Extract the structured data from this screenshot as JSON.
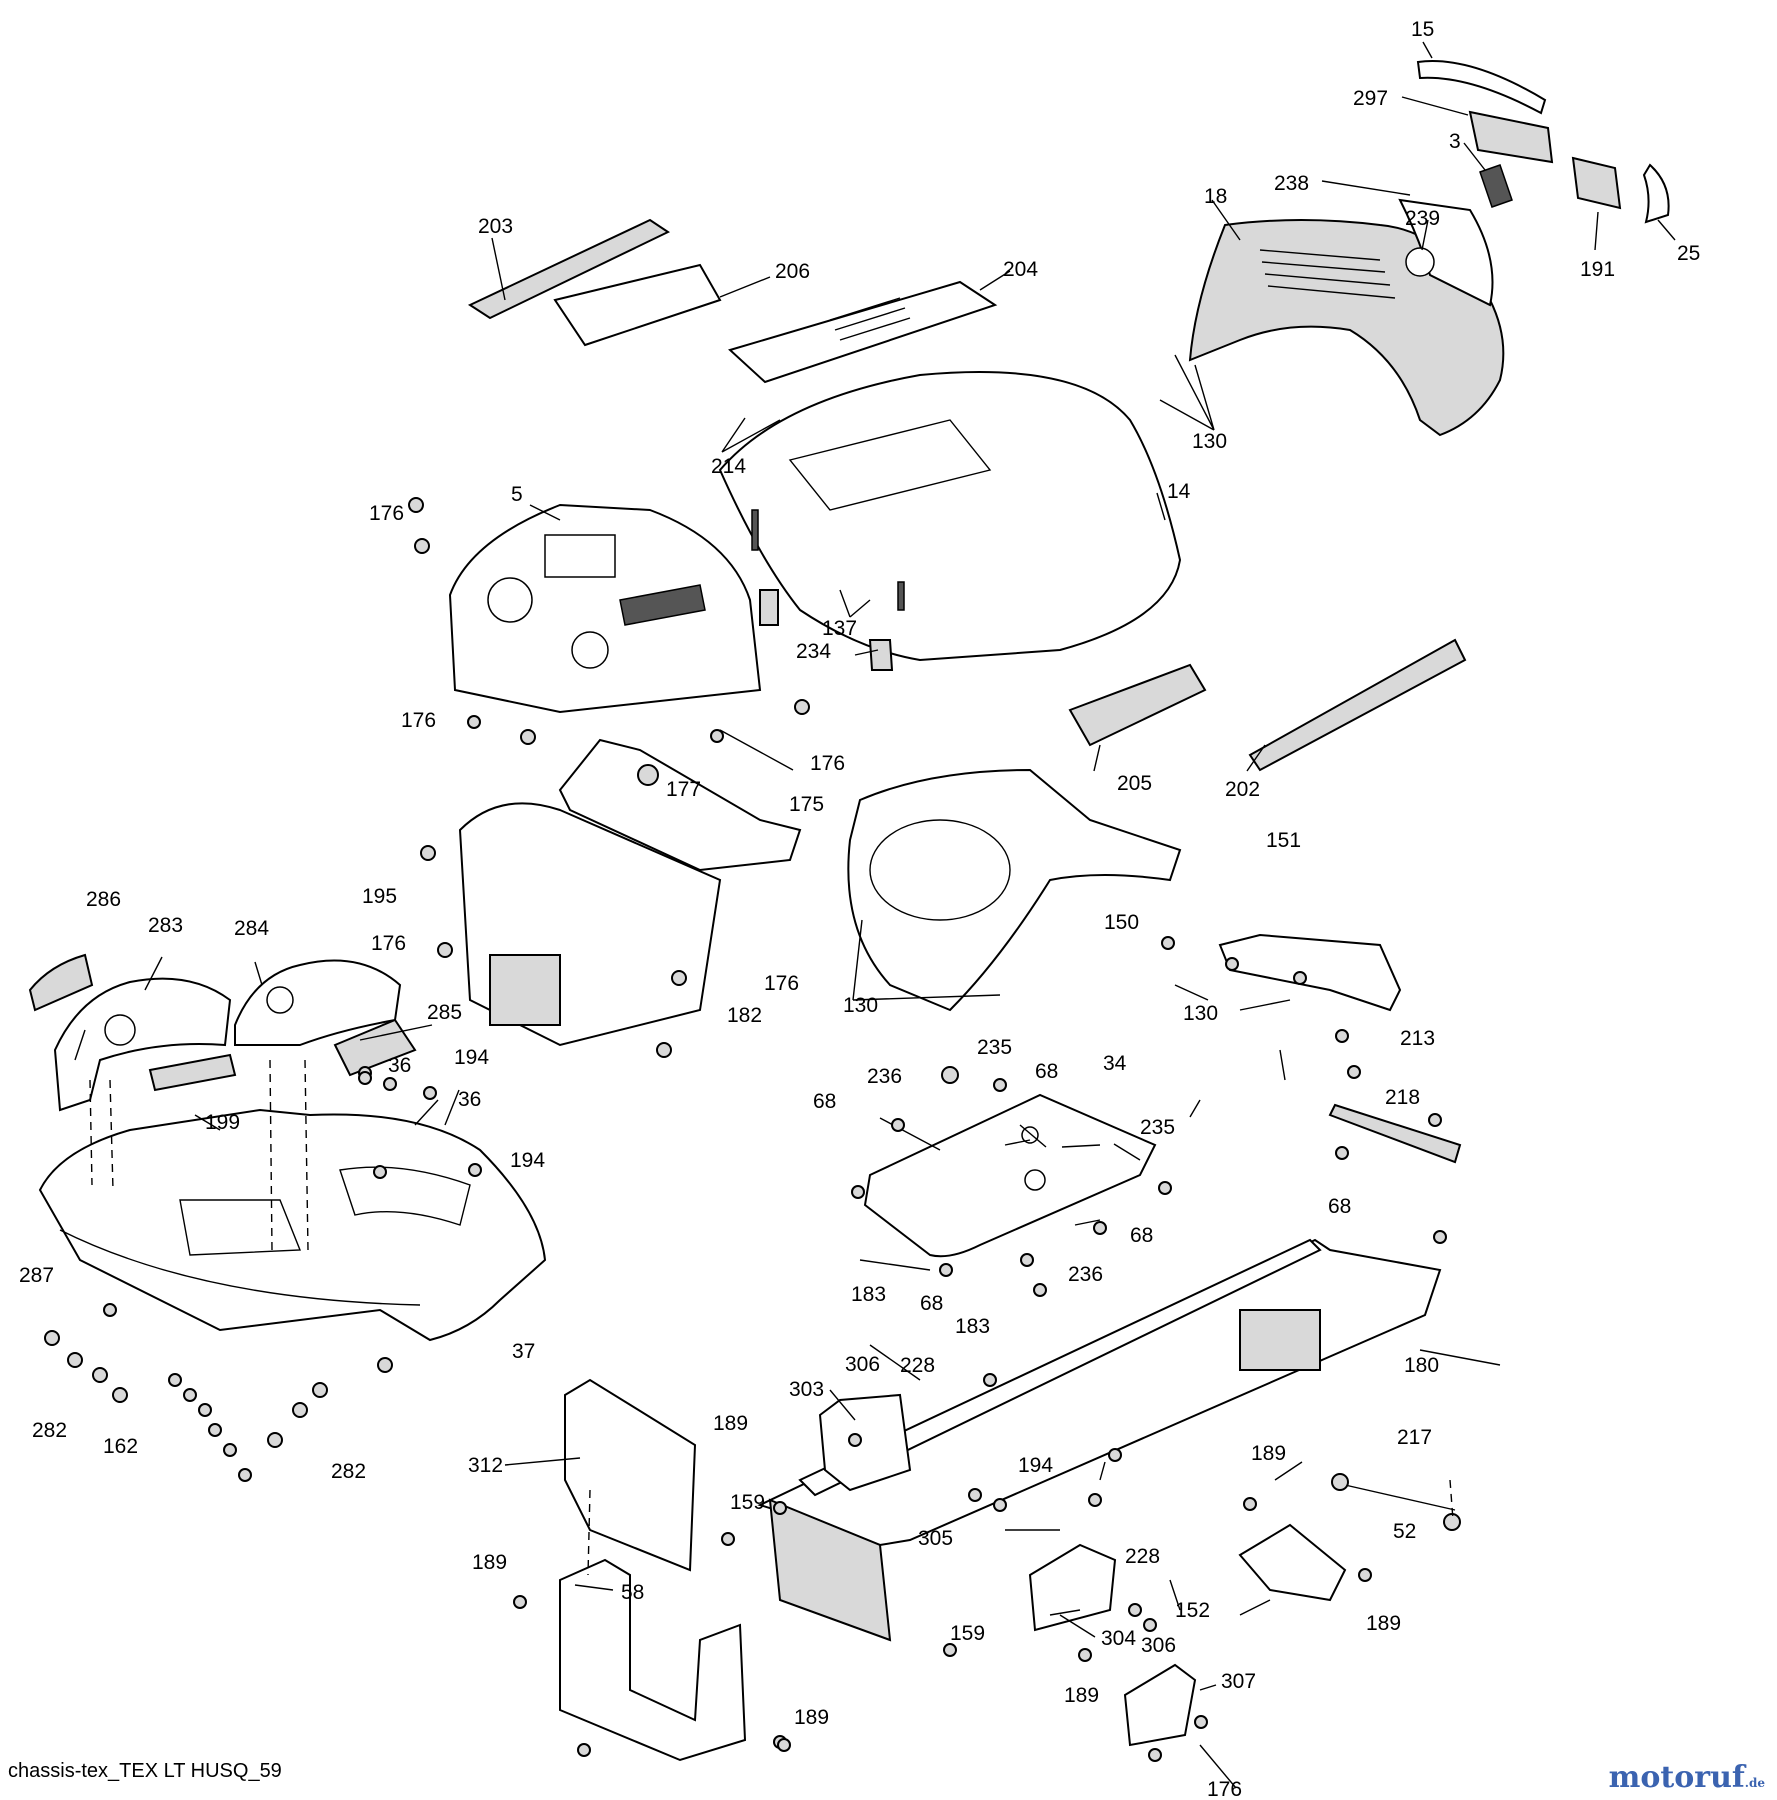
{
  "caption": "chassis-tex_TEX LT HUSQ_59",
  "watermark": {
    "main": "motoruf",
    "suffix": ".de",
    "color_primary": "#3b63b0",
    "color_accent": "#e3262b"
  },
  "callouts": [
    "15",
    "297",
    "3",
    "238",
    "18",
    "239",
    "191",
    "25",
    "203",
    "206",
    "204",
    "130",
    "214",
    "5",
    "176",
    "14",
    "137",
    "234",
    "176",
    "176",
    "205",
    "202",
    "176",
    "177",
    "175",
    "150",
    "151",
    "195",
    "176",
    "176",
    "182",
    "130",
    "130",
    "286",
    "283",
    "284",
    "285",
    "194",
    "36",
    "36",
    "199",
    "194",
    "235",
    "236",
    "68",
    "34",
    "68",
    "235",
    "213",
    "218",
    "68",
    "68",
    "183",
    "68",
    "236",
    "183",
    "287",
    "37",
    "282",
    "162",
    "282",
    "306",
    "228",
    "180",
    "303",
    "189",
    "217",
    "312",
    "194",
    "189",
    "159",
    "305",
    "52",
    "228",
    "189",
    "58",
    "152",
    "159",
    "304",
    "306",
    "189",
    "189",
    "307",
    "189",
    "176"
  ]
}
